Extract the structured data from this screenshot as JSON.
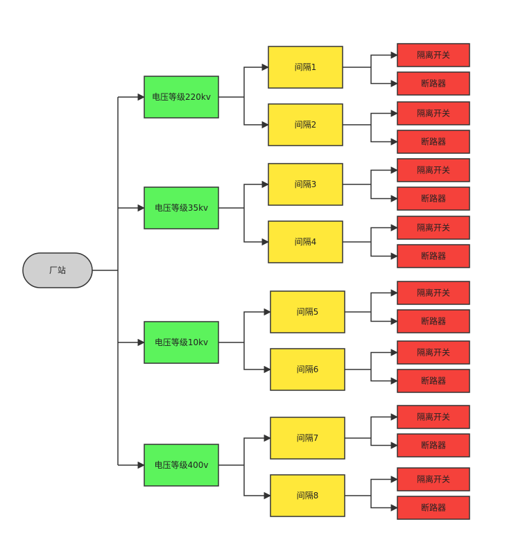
{
  "colors": {
    "root_fill": "#d0d0d0",
    "level_fill": "#5cf35c",
    "bay_fill": "#ffe83a",
    "device_fill": "#f5413b",
    "stroke": "#333333"
  },
  "diagram": {
    "root": {
      "label": "厂站"
    },
    "voltage_levels": [
      {
        "label": "电压等级220kv",
        "bays": [
          {
            "label": "间隔1",
            "devices": [
              "隔离开关",
              "断路器"
            ]
          },
          {
            "label": "间隔2",
            "devices": [
              "隔离开关",
              "断路器"
            ]
          }
        ]
      },
      {
        "label": "电压等级35kv",
        "bays": [
          {
            "label": "间隔3",
            "devices": [
              "隔离开关",
              "断路器"
            ]
          },
          {
            "label": "间隔4",
            "devices": [
              "隔离开关",
              "断路器"
            ]
          }
        ]
      },
      {
        "label": "电压等级10kv",
        "bays": [
          {
            "label": "间隔5",
            "devices": [
              "隔离开关",
              "断路器"
            ]
          },
          {
            "label": "间隔6",
            "devices": [
              "隔离开关",
              "断路器"
            ]
          }
        ]
      },
      {
        "label": "电压等级400v",
        "bays": [
          {
            "label": "间隔7",
            "devices": [
              "隔离开关",
              "断路器"
            ]
          },
          {
            "label": "间隔8",
            "devices": [
              "隔离开关",
              "断路器"
            ]
          }
        ]
      }
    ]
  }
}
